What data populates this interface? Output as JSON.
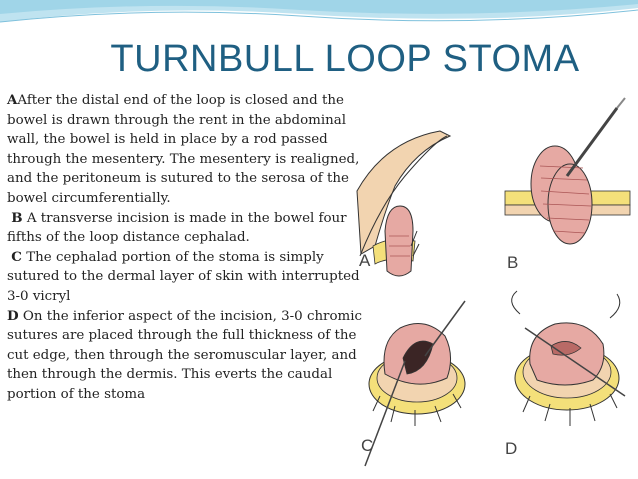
{
  "slide": {
    "title": "TURNBULL LOOP STOMA",
    "paragraphs": [
      {
        "lead": "A",
        "text": "After the distal end of the loop is closed and the bowel is drawn through the rent in the abdominal wall, the bowel is held in place by a rod passed through the mesentery. The mesentery is realigned, and the peritoneum is sutured to the serosa of the bowel circumferentially."
      },
      {
        "lead": "B",
        "text": "A transverse incision is made in the bowel four fifths of the loop distance cephalad."
      },
      {
        "lead": "C",
        "text": "The cephalad portion of the stoma is simply sutured to the dermal layer of skin with interrupted 3-0 vicryl"
      },
      {
        "lead": "D",
        "text": "On the inferior aspect of the incision, 3-0 chromic sutures are placed through the full thickness of the cut edge, then through the seromuscular layer, and then through the dermis. This everts the caudal portion of the stoma"
      }
    ]
  },
  "figure": {
    "panel_labels": [
      "A",
      "B",
      "C",
      "D"
    ]
  },
  "colors": {
    "title": "#1f5f82",
    "wave": "#a9d6e8",
    "bowel": "#e6a9a3",
    "skin": "#f2d4b0",
    "fat": "#f4e07a"
  }
}
